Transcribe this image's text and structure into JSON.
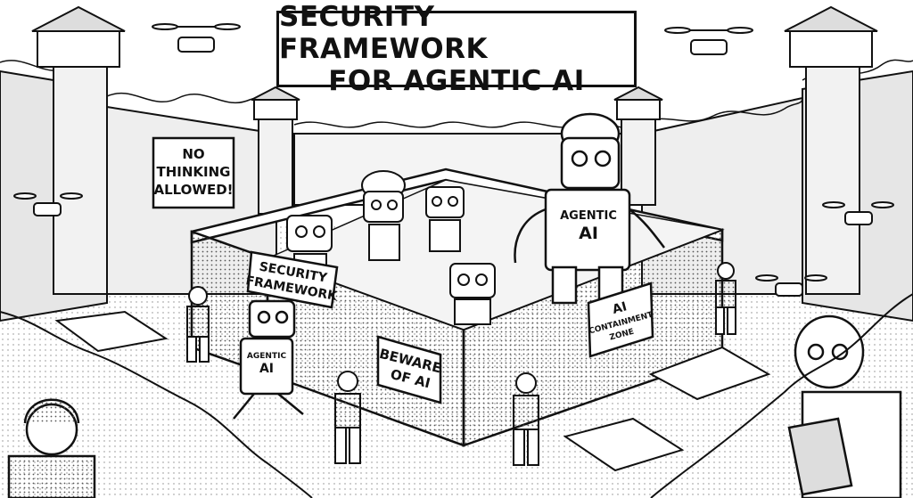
{
  "title": {
    "line1": "SECURITY FRAMEWORK",
    "line2": "FOR AGENTIC AI"
  },
  "signs": {
    "no_thinking": [
      "NO",
      "THINKING",
      "ALLOWED!"
    ],
    "security_framework": [
      "SECURITY",
      "FRAMEWORK"
    ],
    "agentic_chest_big": [
      "AGENTIC",
      "AI"
    ],
    "agentic_chest_small": [
      "AGENTIC",
      "AI"
    ],
    "containment": [
      "AI",
      "CONTAINMENT",
      "ZONE"
    ],
    "beware": [
      "BEWARE",
      "OF AI"
    ]
  }
}
